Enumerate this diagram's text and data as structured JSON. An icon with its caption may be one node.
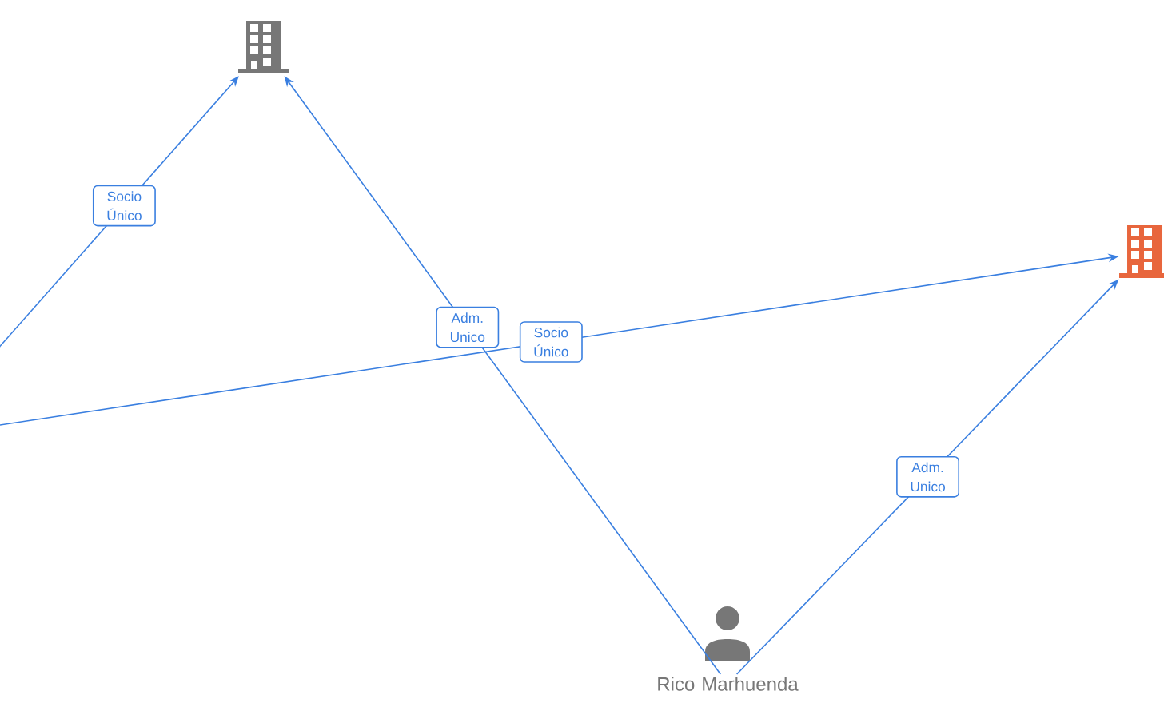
{
  "diagram": {
    "nodes": [
      {
        "text": [],
        "shape": "building"
      },
      {
        "text": [],
        "shape": "building"
      },
      {
        "text": [
          "Rico Marhuenda"
        ]
      }
    ],
    "edges": [
      {
        "from": null,
        "to": 0,
        "arrow": "to",
        "label": "Socio Único"
      },
      {
        "from": 2,
        "to": 0,
        "arrow": "to",
        "label": "Adm. Unico"
      },
      {
        "from": null,
        "to": 1,
        "arrow": "to",
        "label": "Socio Único"
      },
      {
        "from": 2,
        "to": 1,
        "arrow": "to",
        "label": "Adm. Unico"
      }
    ]
  }
}
